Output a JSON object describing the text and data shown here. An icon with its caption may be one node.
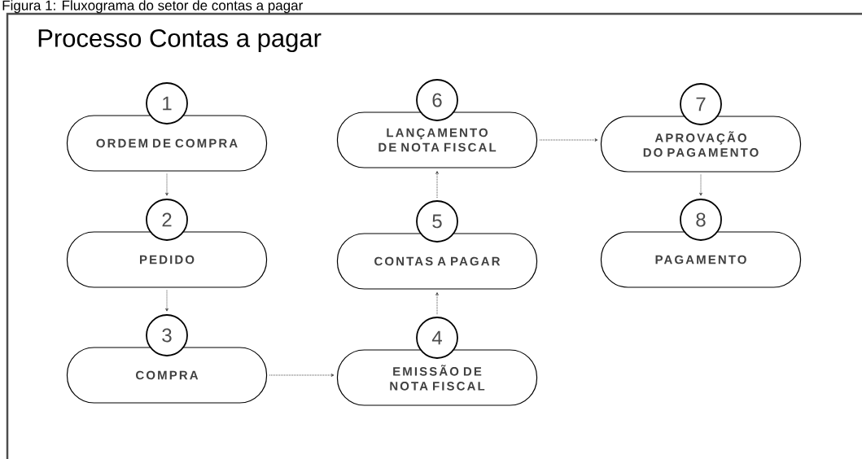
{
  "diagram": {
    "title": "Processo Contas a pagar",
    "caption": "Figura 1: Fluxograma do setor de contas a pagar",
    "nodes": [
      {
        "text": [
          "1"
        ]
      },
      {
        "text": [
          "ORDEM DE COMPRA"
        ]
      },
      {
        "text": [
          "2"
        ]
      },
      {
        "text": [
          "PEDIDO"
        ]
      },
      {
        "text": [
          "3"
        ]
      },
      {
        "text": [
          "COMPRA"
        ]
      },
      {
        "text": [
          "4"
        ]
      },
      {
        "text": [
          "EMISSÃO DE NOTA FISCAL"
        ]
      },
      {
        "text": [
          "5"
        ]
      },
      {
        "text": [
          "CONTAS A PAGAR"
        ]
      },
      {
        "text": [
          "6"
        ]
      },
      {
        "text": [
          "LANÇAMENTO DE NOTA FISCAL"
        ]
      },
      {
        "text": [
          "7"
        ]
      },
      {
        "text": [
          "APROVAÇÃO DO PAGAMENTO"
        ]
      },
      {
        "text": [
          "8"
        ]
      },
      {
        "text": [
          "PAGAMENTO"
        ]
      }
    ],
    "edges": [
      {
        "from": 1,
        "to": 2,
        "arrow": "to",
        "style": "dashed"
      },
      {
        "from": 3,
        "to": 4,
        "arrow": "to",
        "style": "dashed"
      },
      {
        "from": 5,
        "to": 7,
        "arrow": "to",
        "style": "dashed"
      },
      {
        "from": 6,
        "to": 9,
        "arrow": "to",
        "style": "dashed"
      },
      {
        "from": 8,
        "to": 11,
        "arrow": "to",
        "style": "dashed"
      },
      {
        "from": 11,
        "to": 13,
        "arrow": "to",
        "style": "dashed"
      },
      {
        "from": 13,
        "to": 14,
        "arrow": "to",
        "style": "dashed"
      }
    ]
  }
}
